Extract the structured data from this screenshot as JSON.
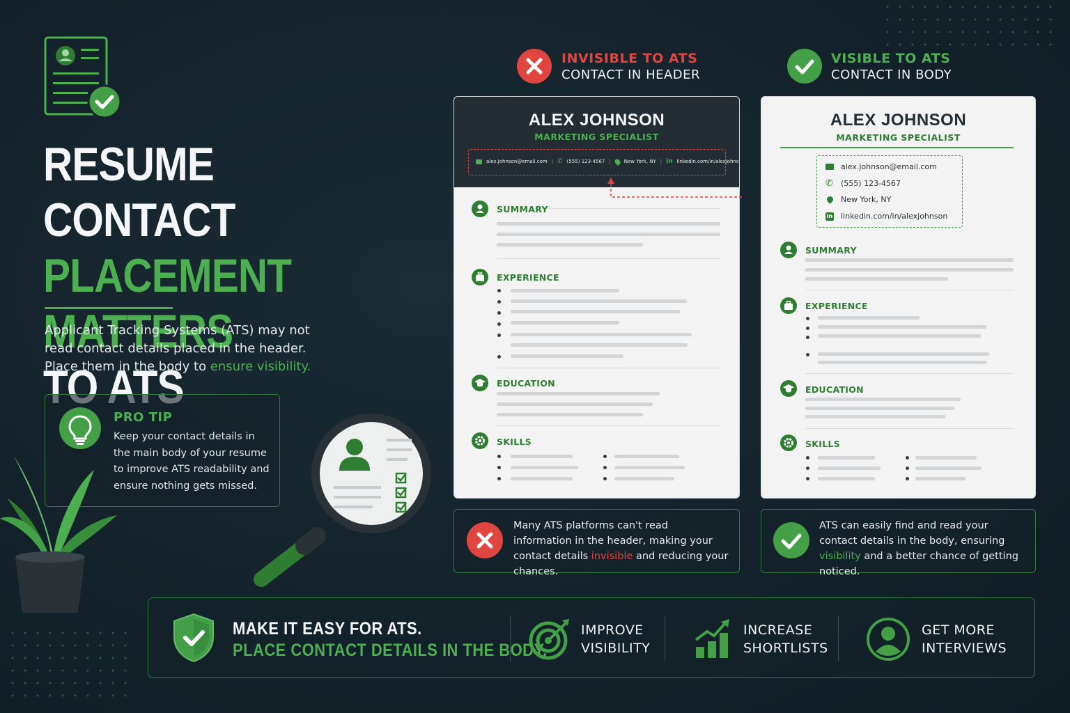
{
  "title": {
    "line1": "RESUME CONTACT",
    "line2": "PLACEMENT MATTERS",
    "line3": "TO ATS"
  },
  "intro": {
    "text": "Applicant Tracking Systems (ATS) may not read contact details placed in the header. Place them in the body to ",
    "highlight": "ensure visibility."
  },
  "pro_tip": {
    "title": "PRO TIP",
    "text": "Keep your contact details in the main body of your resume to improve ATS readability and ensure nothing gets missed."
  },
  "left_column": {
    "status": "INVISIBLE TO ATS",
    "subtitle": "CONTACT IN HEADER"
  },
  "right_column": {
    "status": "VISIBLE TO ATS",
    "subtitle": "CONTACT IN BODY"
  },
  "resume": {
    "name": "ALEX JOHNSON",
    "role": "MARKETING SPECIALIST",
    "email": "alex.johnson@email.com",
    "phone": "(555) 123-4567",
    "location": "New York, NY",
    "linkedin": "linkedin.com/in/alexjohnson",
    "sections": {
      "summary": "SUMMARY",
      "experience": "EXPERIENCE",
      "education": "EDUCATION",
      "skills": "SKILLS"
    }
  },
  "notes": {
    "header": {
      "before": "Many ATS platforms can't read information in the header, making your contact details ",
      "highlight": "invisible",
      "after": " and reducing your chances."
    },
    "body": {
      "before": "ATS can easily find and read your contact details in the body, ensuring ",
      "highlight": "visibility",
      "after": " and a better chance of getting noticed."
    }
  },
  "banner": {
    "line1": "MAKE IT EASY FOR ATS.",
    "line2": "PLACE CONTACT DETAILS IN THE BODY.",
    "features": [
      {
        "line1": "IMPROVE",
        "line2": "VISIBILITY",
        "icon": "target-icon"
      },
      {
        "line1": "INCREASE",
        "line2": "SHORTLISTS",
        "icon": "growth-chart-icon"
      },
      {
        "line1": "GET MORE",
        "line2": "INTERVIEWS",
        "icon": "user-icon"
      }
    ]
  },
  "colors": {
    "background": "#15232b",
    "accent_green": "#4caf50",
    "dark_green": "#2e7d32",
    "alert_red": "#e0453f",
    "paper": "#f3f3f3"
  }
}
